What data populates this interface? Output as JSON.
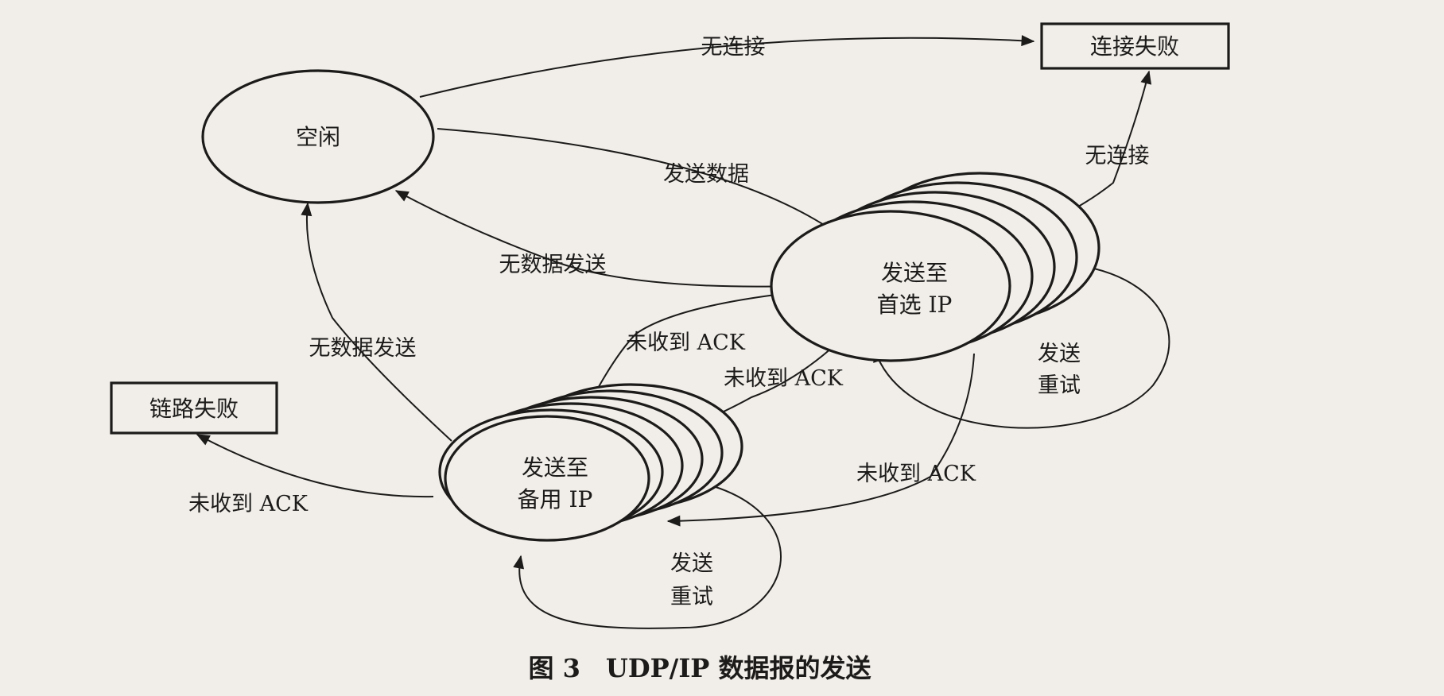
{
  "nodes": {
    "idle": "空闲",
    "conn_fail": "连接失败",
    "link_fail": "链路失败",
    "primary": [
      "发送至",
      "首选 IP"
    ],
    "backup": [
      "发送至",
      "备用 IP"
    ]
  },
  "edges": {
    "idle_to_connfail": "无连接",
    "idle_to_primary": "发送数据",
    "primary_to_idle": "无数据发送",
    "primary_to_connfail": "无连接",
    "backup_to_idle": "无数据发送",
    "backup_to_primary": "未收到 ACK",
    "primary_to_backup": "未收到 ACK",
    "primary_loop_to_backup": "未收到 ACK",
    "backup_to_linkfail": "未收到 ACK",
    "primary_retry": [
      "发送",
      "重试"
    ],
    "backup_retry": [
      "发送",
      "重试"
    ]
  },
  "caption": "图 3　UDP/IP 数据报的发送"
}
